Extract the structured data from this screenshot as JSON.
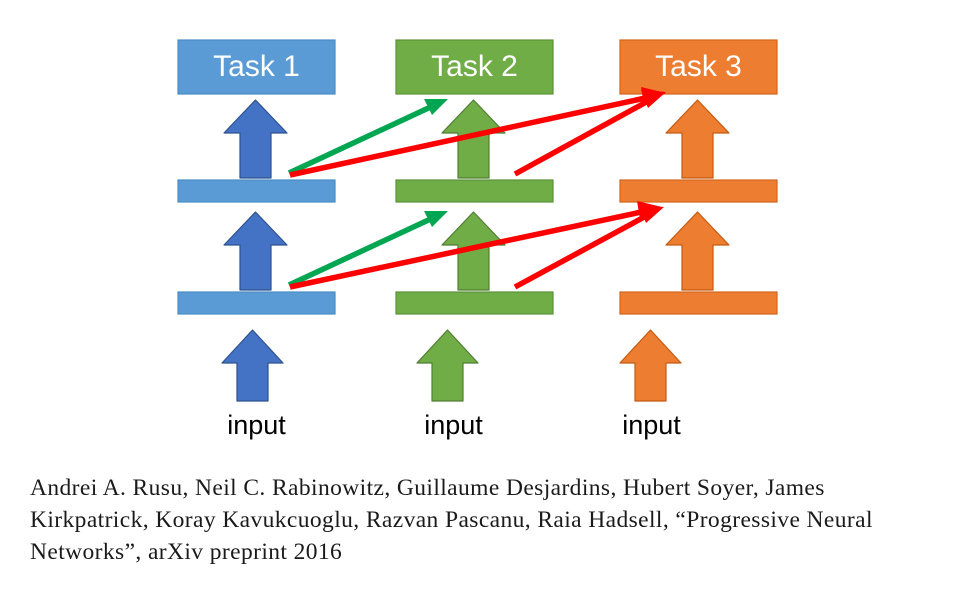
{
  "figure": {
    "type": "progressive-neural-networks-diagram",
    "background": "#ffffff",
    "columns": [
      {
        "id": "column-1",
        "task_label": "Task 1",
        "input_label": "input",
        "box_color": "#5B9BD5",
        "bar_color": "#5B9BD5",
        "arrow_color": "#4472C4",
        "arrow_outline": "#2F528F"
      },
      {
        "id": "column-2",
        "task_label": "Task 2",
        "input_label": "input",
        "box_color": "#70AD47",
        "bar_color": "#70AD47",
        "arrow_color": "#70AD47",
        "arrow_outline": "#507E32"
      },
      {
        "id": "column-3",
        "task_label": "Task 3",
        "input_label": "input",
        "box_color": "#ED7D31",
        "bar_color": "#ED7D31",
        "arrow_color": "#ED7D31",
        "arrow_outline": "#C55A11"
      }
    ],
    "lateral_connections": [
      {
        "id": "green-upper",
        "color": "#00A651",
        "from": "column-1-layer-2-top",
        "to": "column-2-layer-2-top"
      },
      {
        "id": "green-lower",
        "color": "#00A651",
        "from": "column-1-layer-1-top",
        "to": "column-2-layer-1-top"
      },
      {
        "id": "red-upper-1-to-3",
        "color": "#FF0000",
        "from": "column-1-layer-2-top",
        "to": "column-3-layer-2-top"
      },
      {
        "id": "red-upper-2-to-3",
        "color": "#FF0000",
        "from": "column-2-layer-2-top",
        "to": "column-3-layer-2-top"
      },
      {
        "id": "red-lower-1-to-3",
        "color": "#FF0000",
        "from": "column-1-layer-1-top",
        "to": "column-3-layer-1-top"
      },
      {
        "id": "red-lower-2-to-3",
        "color": "#FF0000",
        "from": "column-2-layer-1-top",
        "to": "column-3-layer-1-top"
      }
    ]
  },
  "citation": {
    "text": "Andrei A. Rusu, Neil C. Rabinowitz, Guillaume Desjardins, Hubert Soyer, James Kirkpatrick, Koray Kavukcuoglu, Razvan Pascanu, Raia Hadsell, “Progressive Neural Networks”, arXiv preprint 2016"
  }
}
